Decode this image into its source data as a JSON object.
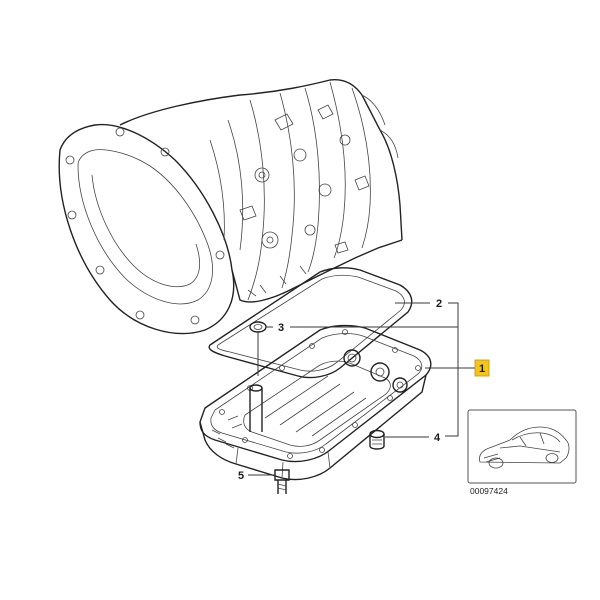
{
  "callouts": [
    {
      "id": "1",
      "highlighted": true
    },
    {
      "id": "2",
      "highlighted": false
    },
    {
      "id": "3",
      "highlighted": false
    },
    {
      "id": "4",
      "highlighted": false
    },
    {
      "id": "5",
      "highlighted": false
    }
  ],
  "thumbnail": {
    "reference_number": "00097424"
  },
  "colors": {
    "highlight": "#f5c518",
    "line": "#3a3a3a",
    "background": "#ffffff"
  }
}
